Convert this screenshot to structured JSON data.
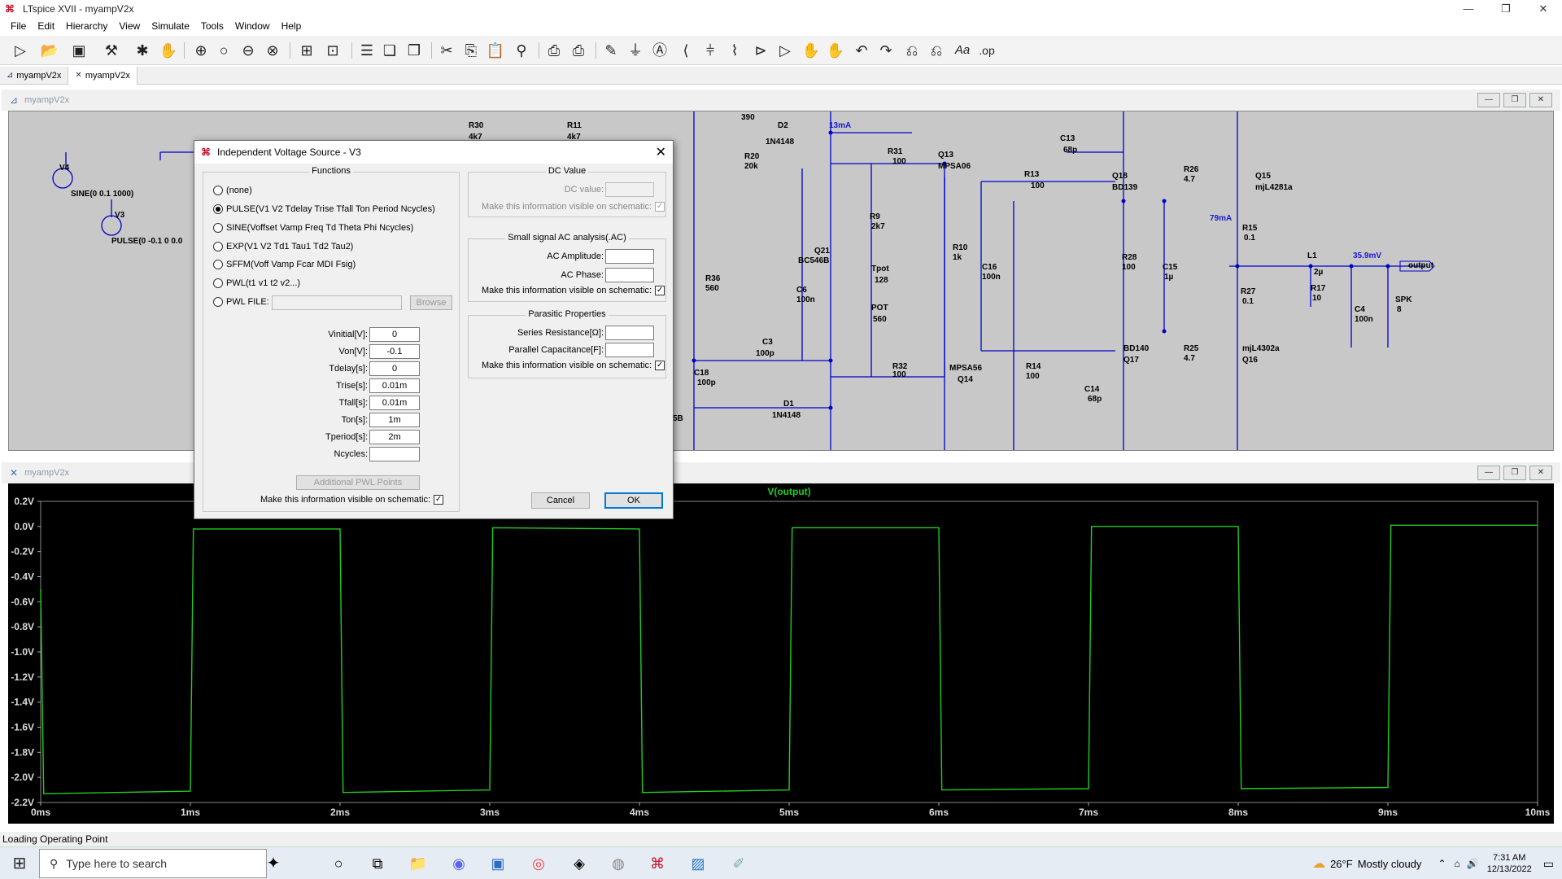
{
  "window": {
    "title": "LTspice XVII - myampV2x",
    "controls": [
      "—",
      "❐",
      "✕"
    ]
  },
  "menu": [
    "File",
    "Edit",
    "Hierarchy",
    "View",
    "Simulate",
    "Tools",
    "Window",
    "Help"
  ],
  "tabs": [
    {
      "label": "myampV2x",
      "icon": "schematic-icon"
    },
    {
      "label": "myampV2x",
      "icon": "waveform-icon"
    }
  ],
  "schematic_pane": {
    "title": "myampV2x",
    "labels": [
      {
        "t": "V4"
      },
      {
        "t": "SINE(0 0.1 1000)"
      },
      {
        "t": "V3"
      },
      {
        "t": "PULSE(0 -0.1 0 0.0"
      },
      {
        "t": "R30"
      },
      {
        "t": "4k7"
      },
      {
        "t": "R11"
      },
      {
        "t": "4k7"
      },
      {
        "t": "390"
      },
      {
        "t": "D2"
      },
      {
        "t": "1N4148"
      },
      {
        "t": "13mA"
      },
      {
        "t": "R20"
      },
      {
        "t": "20k"
      },
      {
        "t": "R31"
      },
      {
        "t": "100"
      },
      {
        "t": "Q13"
      },
      {
        "t": "MPSA06"
      },
      {
        "t": "C13"
      },
      {
        "t": "68p"
      },
      {
        "t": "R13"
      },
      {
        "t": "100"
      },
      {
        "t": "Q18"
      },
      {
        "t": "BD139"
      },
      {
        "t": "R26"
      },
      {
        "t": "4.7"
      },
      {
        "t": "Q15"
      },
      {
        "t": "mjL4281a"
      },
      {
        "t": "79mA"
      },
      {
        "t": "R15"
      },
      {
        "t": "0.1"
      },
      {
        "t": "R9"
      },
      {
        "t": "2k7"
      },
      {
        "t": "Q21"
      },
      {
        "t": "BC546B"
      },
      {
        "t": "Tpot"
      },
      {
        "t": "128"
      },
      {
        "t": "R10"
      },
      {
        "t": "1k"
      },
      {
        "t": "C16"
      },
      {
        "t": "100n"
      },
      {
        "t": "R28"
      },
      {
        "t": "100"
      },
      {
        "t": "C15"
      },
      {
        "t": "1µ"
      },
      {
        "t": "L1"
      },
      {
        "t": "2µ"
      },
      {
        "t": "35.9mV"
      },
      {
        "t": "output"
      },
      {
        "t": "R36"
      },
      {
        "t": "560"
      },
      {
        "t": "C6"
      },
      {
        "t": "100n"
      },
      {
        "t": "POT"
      },
      {
        "t": "560"
      },
      {
        "t": "R17"
      },
      {
        "t": "10"
      },
      {
        "t": "R27"
      },
      {
        "t": "0.1"
      },
      {
        "t": "SPK"
      },
      {
        "t": "8"
      },
      {
        "t": "C4"
      },
      {
        "t": "100n"
      },
      {
        "t": "C3"
      },
      {
        "t": "100p"
      },
      {
        "t": "R32"
      },
      {
        "t": "100"
      },
      {
        "t": "MPSA56"
      },
      {
        "t": "Q14"
      },
      {
        "t": "R14"
      },
      {
        "t": "100"
      },
      {
        "t": "BD140"
      },
      {
        "t": "Q17"
      },
      {
        "t": "R25"
      },
      {
        "t": "4.7"
      },
      {
        "t": "mjL4302a"
      },
      {
        "t": "Q16"
      },
      {
        "t": "C18"
      },
      {
        "t": "100p"
      },
      {
        "t": "C14"
      },
      {
        "t": "68p"
      },
      {
        "t": "D1"
      },
      {
        "t": "1N4148"
      },
      {
        "t": "5B"
      }
    ]
  },
  "waveform_pane": {
    "title": "myampV2x",
    "trace_name": "V(output)",
    "trace_color": "#22cc22"
  },
  "chart_data": {
    "type": "line",
    "series": [
      {
        "name": "V(output)",
        "color": "#22cc22",
        "points": [
          [
            0,
            -0.5
          ],
          [
            0.02,
            -2.13
          ],
          [
            1,
            -2.11
          ],
          [
            1.02,
            -0.02
          ],
          [
            2,
            -0.02
          ],
          [
            2.02,
            -2.12
          ],
          [
            3,
            -2.1
          ],
          [
            3.02,
            -0.01
          ],
          [
            4,
            -0.02
          ],
          [
            4.02,
            -2.12
          ],
          [
            5,
            -2.1
          ],
          [
            5.02,
            -0.01
          ],
          [
            6,
            -0.01
          ],
          [
            6.02,
            -2.1
          ],
          [
            7,
            -2.09
          ],
          [
            7.02,
            0.0
          ],
          [
            8,
            0.0
          ],
          [
            8.02,
            -2.09
          ],
          [
            9,
            -2.08
          ],
          [
            9.02,
            0.01
          ],
          [
            10,
            0.01
          ]
        ]
      }
    ],
    "x_ticks": [
      "0ms",
      "1ms",
      "2ms",
      "3ms",
      "4ms",
      "5ms",
      "6ms",
      "7ms",
      "8ms",
      "9ms",
      "10ms"
    ],
    "y_ticks": [
      "0.2V",
      "0.0V",
      "-0.2V",
      "-0.4V",
      "-0.6V",
      "-0.8V",
      "-1.0V",
      "-1.2V",
      "-1.4V",
      "-1.6V",
      "-1.8V",
      "-2.0V",
      "-2.2V"
    ],
    "xlim": [
      0,
      10
    ],
    "ylim": [
      -2.2,
      0.2
    ],
    "xunit": "ms",
    "yunit": "V",
    "grid": false,
    "background": "#000000"
  },
  "dialog": {
    "title": "Independent Voltage Source - V3",
    "functions_label": "Functions",
    "options": [
      {
        "label": "(none)",
        "selected": false
      },
      {
        "label": "PULSE(V1 V2 Tdelay Trise Tfall Ton Period Ncycles)",
        "selected": true
      },
      {
        "label": "SINE(Voffset Vamp Freq Td Theta Phi Ncycles)",
        "selected": false
      },
      {
        "label": "EXP(V1 V2 Td1 Tau1 Td2 Tau2)",
        "selected": false
      },
      {
        "label": "SFFM(Voff Vamp Fcar MDI Fsig)",
        "selected": false
      },
      {
        "label": "PWL(t1 v1 t2 v2...)",
        "selected": false
      },
      {
        "label": "PWL FILE:",
        "selected": false
      }
    ],
    "browse_label": "Browse",
    "params": [
      {
        "label": "Vinitial[V]:",
        "value": "0"
      },
      {
        "label": "Von[V]:",
        "value": "-0.1"
      },
      {
        "label": "Tdelay[s]:",
        "value": "0"
      },
      {
        "label": "Trise[s]:",
        "value": "0.01m"
      },
      {
        "label": "Tfall[s]:",
        "value": "0.01m"
      },
      {
        "label": "Ton[s]:",
        "value": "1m"
      },
      {
        "label": "Tperiod[s]:",
        "value": "2m"
      },
      {
        "label": "Ncycles:",
        "value": ""
      }
    ],
    "pwl_points_label": "Additional PWL Points",
    "visible_label": "Make this information visible on schematic:",
    "dc_group": "DC Value",
    "dc_value_label": "DC value:",
    "dc_value": "",
    "ac_group": "Small signal AC analysis(.AC)",
    "ac_amp_label": "AC Amplitude:",
    "ac_amp": "",
    "ac_phase_label": "AC Phase:",
    "ac_phase": "",
    "par_group": "Parasitic Properties",
    "series_res_label": "Series Resistance[Ω]:",
    "series_res": "",
    "par_cap_label": "Parallel Capacitance[F]:",
    "par_cap": "",
    "checkmark": "✓",
    "cancel": "Cancel",
    "ok": "OK"
  },
  "status": "Loading Operating Point",
  "taskbar": {
    "search_placeholder": "Type here to search",
    "weather_temp": "26°F",
    "weather_desc": "Mostly cloudy",
    "time": "7:31 AM",
    "date": "12/13/2022"
  }
}
